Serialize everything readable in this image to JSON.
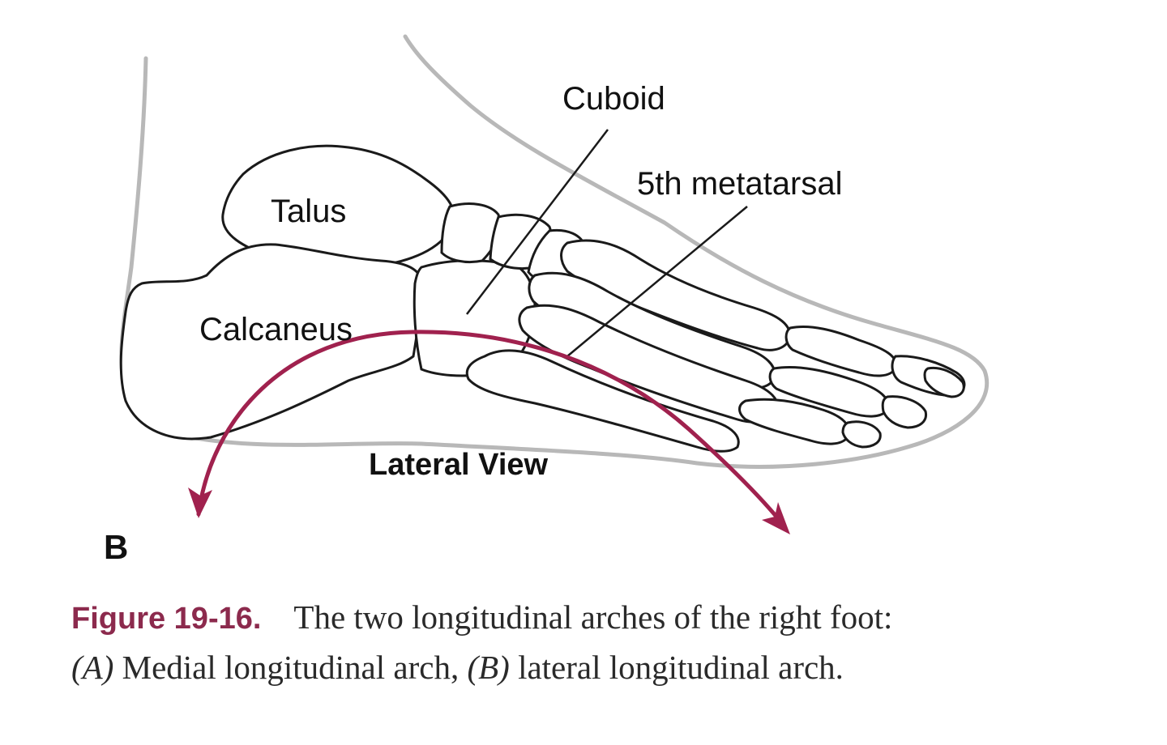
{
  "labels": {
    "cuboid": "Cuboid",
    "fifth_metatarsal": "5th metatarsal",
    "talus": "Talus",
    "calcaneus": "Calcaneus",
    "view": "Lateral View",
    "panel": "B"
  },
  "caption": {
    "figure_number": "Figure 19-16.",
    "line1": "The two longitudinal arches of the right foot:",
    "a_marker": "(A)",
    "a_text": " Medial longitudinal arch, ",
    "b_marker": "(B)",
    "b_text": " lateral longitudinal arch."
  },
  "colors": {
    "arch": "#a0214e",
    "figure_number": "#8c2a4d",
    "outline": "#1a1a1a",
    "skin": "#b8b8b8"
  }
}
